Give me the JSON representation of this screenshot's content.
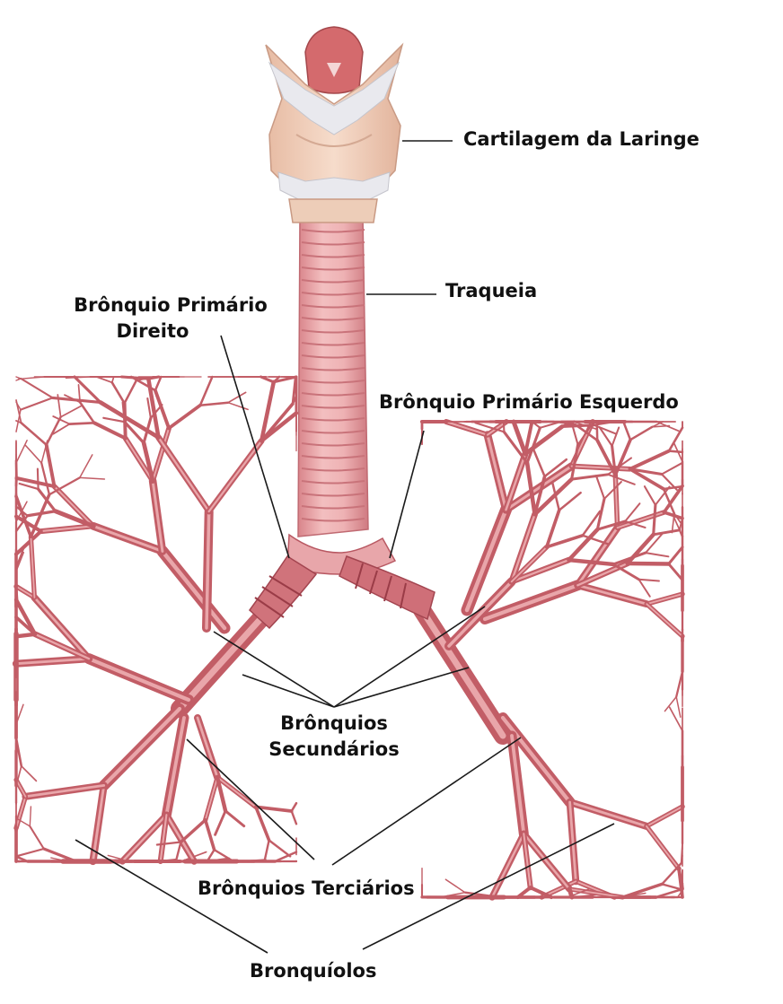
{
  "labels": {
    "larynx": "Cartilagem da Laringe",
    "trachea": "Traqueia",
    "right_primary": [
      "Brônquio Primário",
      "Direito"
    ],
    "left_primary": "Brônquio Primário Esquerdo",
    "secondary": [
      "Brônquios",
      "Secundários"
    ],
    "tertiary": "Brônquios Terciários",
    "bronchioles": "Bronquíolos"
  },
  "colors": {
    "airway": "#c25d66",
    "airway_light": "#e9a6aa",
    "airway_dark": "#9a3c47",
    "cartilage": "#f1cdb6",
    "cartilage_shade": "#dcb29c",
    "membrane": "#e7e7ec",
    "epiglottis": "#d46a6d",
    "leader_line": "#1a1a1a",
    "text": "#111111"
  }
}
